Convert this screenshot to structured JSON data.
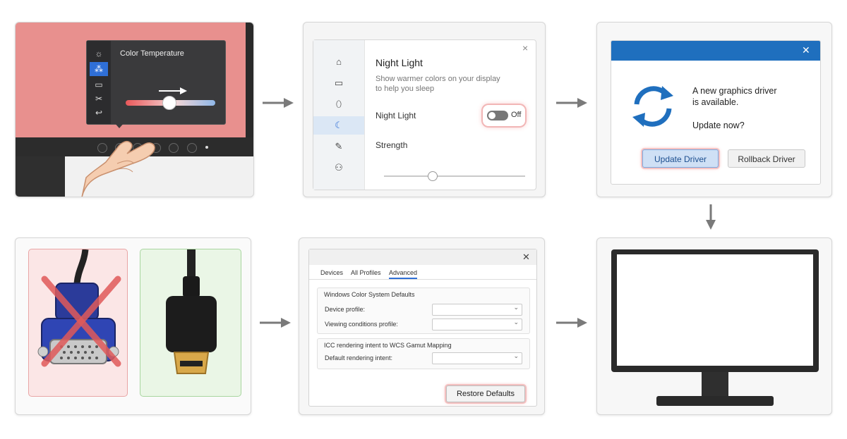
{
  "osd": {
    "title": "Color Temperature",
    "menu_icons": [
      "brightness-icon",
      "color-icon",
      "input-icon",
      "tools-icon",
      "back-icon"
    ]
  },
  "night_light": {
    "title": "Night Light",
    "description_line1": "Show warmer colors on your display",
    "description_line2": "to help you sleep",
    "toggle_label": "Night Light",
    "toggle_state": "Off",
    "strength_label": "Strength",
    "strength_level": 0.33,
    "nav_icons": [
      "home-icon",
      "display-icon",
      "shield-icon",
      "night-light-icon",
      "pen-icon",
      "person-icon"
    ]
  },
  "driver_dialog": {
    "message_line1": "A new graphics driver",
    "message_line2": "is available.",
    "question": "Update now?",
    "primary_button": "Update Driver",
    "secondary_button": "Rollback Driver",
    "accent": "#1f6fbe"
  },
  "color_management": {
    "tabs": [
      "Devices",
      "All Profiles",
      "Advanced"
    ],
    "active_tab": "Advanced",
    "group1_title": "Windows Color System Defaults",
    "device_profile_label": "Device profile:",
    "viewing_conditions_label": "Viewing conditions profile:",
    "group2_title": "ICC rendering intent to WCS Gamut Mapping",
    "default_intent_label": "Default rendering intent:",
    "restore_button": "Restore Defaults"
  },
  "colors": {
    "arrow": "#7a7a7a",
    "highlight": "#f0a0a0",
    "bad": "#e05a5a",
    "good": "#6cbf5c"
  }
}
